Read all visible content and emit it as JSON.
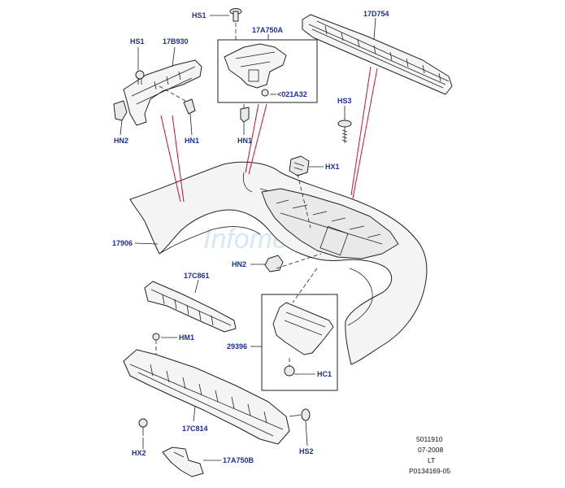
{
  "watermark": "Infomedia",
  "labels": {
    "hs1_top": "HS1",
    "p17d754": "17D754",
    "p17a750a": "17A750A",
    "hs1_left": "HS1",
    "p17b930": "17B930",
    "p021a32": "<021A32",
    "hs3": "HS3",
    "hn2_top": "HN2",
    "hn1_left": "HN1",
    "hn1_mid": "HN1",
    "hx1": "HX1",
    "p17906": "17906",
    "hn2_mid": "HN2",
    "p17c861": "17C861",
    "p29396": "29396",
    "hm1": "HM1",
    "hc1": "HC1",
    "p17c814": "17C814",
    "hx2": "HX2",
    "hs2": "HS2",
    "p17a750b": "17A750B"
  },
  "footer": {
    "code": "5011910",
    "date": "07-2008",
    "market": "LT",
    "ref": "P0134169-05"
  }
}
